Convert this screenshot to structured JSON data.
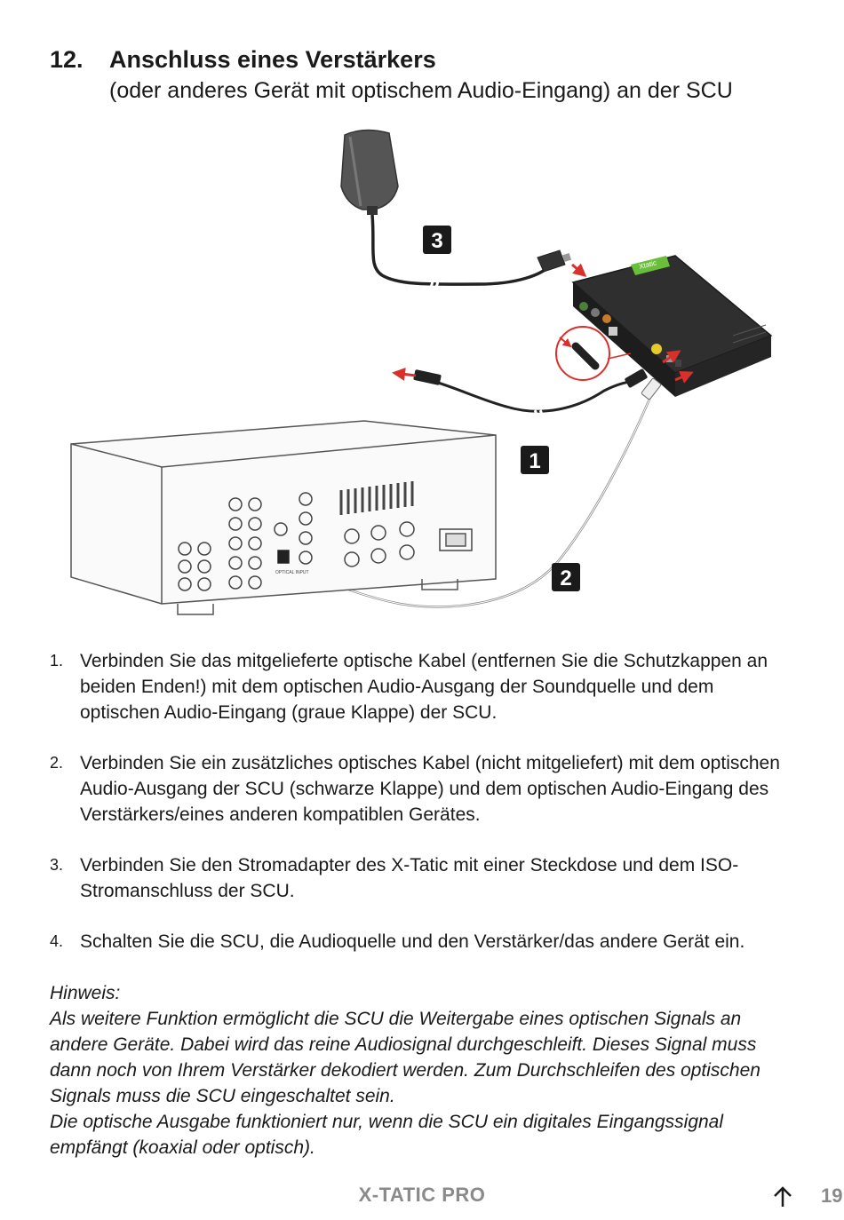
{
  "section": {
    "number": "12.",
    "title": "Anschluss eines Verstärkers",
    "subtitle": "(oder anderes Gerät mit optischem Audio-Eingang) an der SCU"
  },
  "figure": {
    "callouts": [
      "3",
      "1",
      "2"
    ],
    "device_brand": "Xtatic",
    "optical_port_label": "OPTICAL INPUT",
    "icons": [
      "power-adapter-icon",
      "scu-device-icon",
      "amplifier-icon",
      "optical-plug-icon"
    ],
    "colors": {
      "arrow": "#d9302b",
      "callout_bg": "#1a1a1a",
      "device_accent": "#6abf3a"
    }
  },
  "steps": [
    {
      "number": "1.",
      "text": "Verbinden Sie das mitgelieferte optische Kabel (entfernen Sie die Schutzkappen an beiden Enden!) mit dem optischen Audio-Ausgang der Soundquelle und dem optischen Audio-Eingang (graue Klappe) der SCU."
    },
    {
      "number": "2.",
      "text": "Verbinden Sie ein zusätzliches optisches Kabel (nicht mitgeliefert) mit dem optischen Audio-Ausgang der SCU (schwarze Klappe) und dem optischen Audio-Eingang des Verstärkers/eines anderen kompatiblen Gerätes."
    },
    {
      "number": "3.",
      "text": "Verbinden Sie den Stromadapter des X-Tatic mit einer Steckdose und dem ISO-Stromanschluss der SCU."
    },
    {
      "number": "4.",
      "text": "Schalten Sie die SCU, die Audioquelle und den Verstärker/das andere Gerät ein."
    }
  ],
  "note": {
    "heading": "Hinweis:",
    "paragraph1": "Als weitere Funktion ermöglicht  die SCU die Weitergabe eines optischen Signals an andere Geräte. Dabei wird das reine Audiosignal durchgeschleift. Dieses Signal muss dann noch von Ihrem Verstärker dekodiert werden. Zum Durchschleifen des optischen Signals muss die SCU eingeschaltet sein.",
    "paragraph2": "Die optische Ausgabe funktioniert nur, wenn die SCU ein digitales Eingangssignal empfängt (koaxial oder optisch)."
  },
  "footer": {
    "brand": "X-TATIC PRO",
    "page": "19",
    "icon": "arrow-up-icon"
  }
}
